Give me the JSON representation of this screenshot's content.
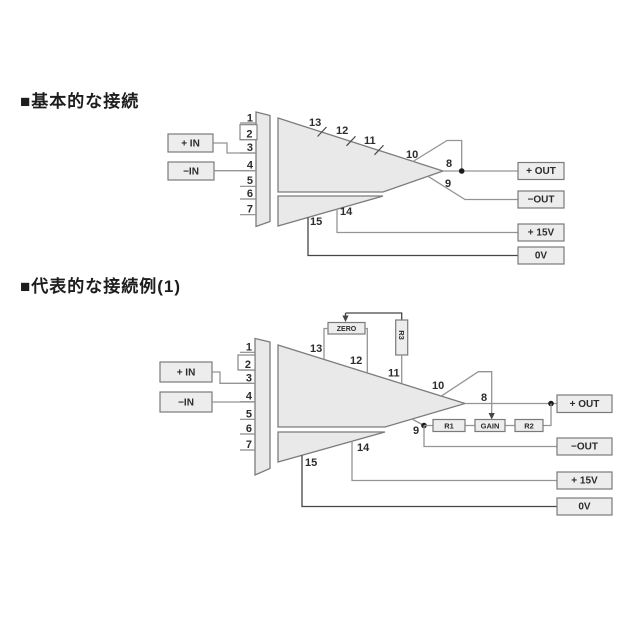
{
  "colors": {
    "background": "#ffffff",
    "wire_gray": "#949494",
    "wire_dark": "#464646",
    "shape_fill": "#e9e9e9",
    "shape_stroke": "#7c7c7c",
    "box_fill": "#ededed",
    "box_border": "#7a7a7a",
    "text": "#2c2c2c"
  },
  "diagram1": {
    "title": "■基本的な接続",
    "in_plus": "+ IN",
    "in_minus": "−IN",
    "pins_left": [
      "1",
      "2",
      "3",
      "4",
      "5",
      "6",
      "7"
    ],
    "pins_top": [
      "13",
      "12",
      "11",
      "10"
    ],
    "pin8": "8",
    "pin9": "9",
    "pin14": "14",
    "pin15": "15",
    "out_plus": "+ OUT",
    "out_minus": "−OUT",
    "supply_pos": "+ 15V",
    "supply_zero": "0V"
  },
  "diagram2": {
    "title": "■代表的な接続例(1)",
    "in_plus": "+ IN",
    "in_minus": "−IN",
    "pins_left": [
      "1",
      "2",
      "3",
      "4",
      "5",
      "6",
      "7"
    ],
    "pins_top": [
      "13",
      "12",
      "11",
      "10"
    ],
    "pin8": "8",
    "pin9": "9",
    "pin14": "14",
    "pin15": "15",
    "zero_pot": "ZERO",
    "r3": "R3",
    "r1": "R1",
    "gain_pot": "GAIN",
    "r2": "R2",
    "out_plus": "+ OUT",
    "out_minus": "−OUT",
    "supply_pos": "+ 15V",
    "supply_zero": "0V"
  }
}
